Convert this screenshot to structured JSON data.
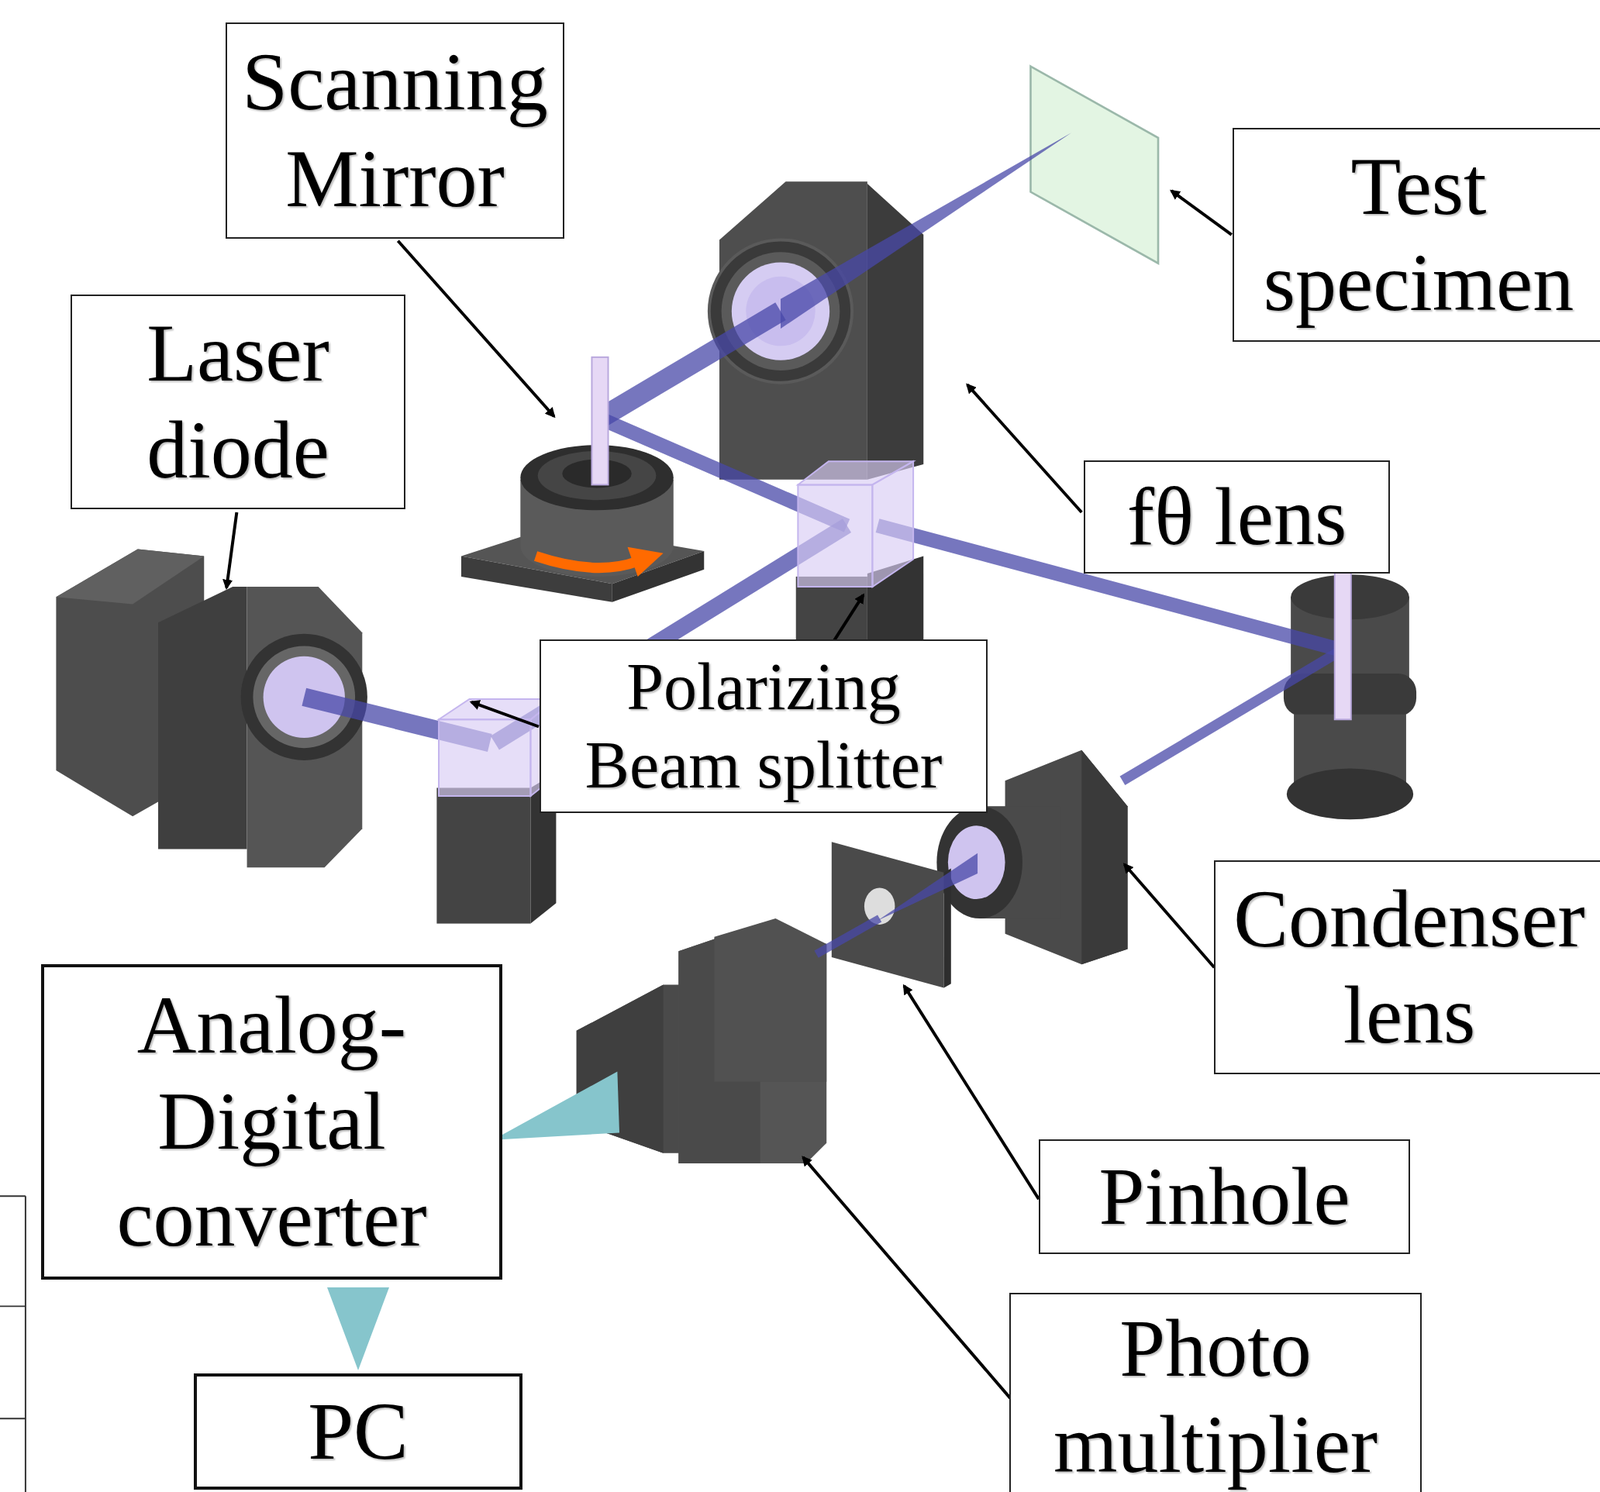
{
  "diagram": {
    "nodes": [
      {
        "text": [
          "Scanning Mirror"
        ]
      },
      {
        "text": [
          "Test specimen"
        ]
      },
      {
        "text": [
          "Laser diode"
        ]
      },
      {
        "text": [
          "fθ lens"
        ]
      },
      {
        "text": [
          "Polarizing Beam splitter"
        ]
      },
      {
        "text": [
          "Condenser lens"
        ]
      },
      {
        "text": [
          "Analog-Digital converter"
        ]
      },
      {
        "text": [
          "Pinhole"
        ]
      },
      {
        "text": [
          "PC"
        ]
      },
      {
        "text": [
          "Photo multiplier"
        ]
      }
    ],
    "edges": [
      {
        "from": 6,
        "to": 8,
        "arrow": "to"
      }
    ]
  }
}
